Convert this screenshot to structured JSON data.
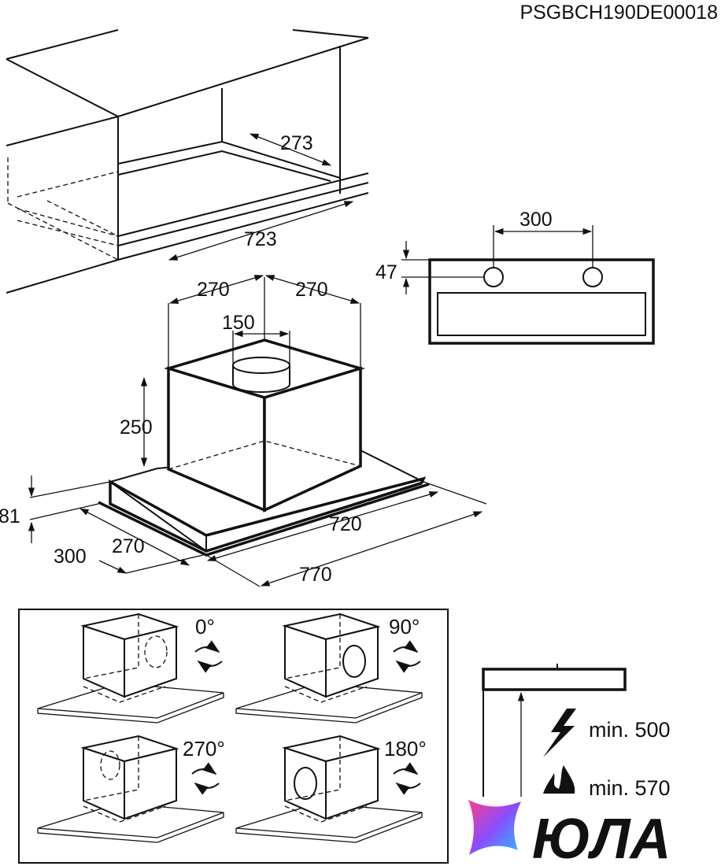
{
  "doc_code": "PSGBCH190DE00018",
  "cabinet": {
    "depth_dim": "273",
    "width_dim": "723"
  },
  "hood": {
    "left_offset_dim": "270",
    "right_offset_dim": "270",
    "outlet_dim": "150",
    "chimney_height_dim": "250",
    "panel_height_dim": "81",
    "panel_depth_dim": "300",
    "box_depth_dim": "270",
    "inner_width_dim": "720",
    "outer_width_dim": "770"
  },
  "front_view": {
    "hole_spacing_dim": "300",
    "hole_height_dim": "47"
  },
  "rotations": [
    {
      "label": "0°"
    },
    {
      "label": "90°"
    },
    {
      "label": "270°"
    },
    {
      "label": "180°"
    }
  ],
  "clearance": {
    "electric_label": "min. 500",
    "gas_label": "min. 570"
  },
  "watermark": {
    "text": "ЮЛА",
    "colors": [
      "#ff3d8b",
      "#8a4dff",
      "#22c6ff"
    ]
  }
}
